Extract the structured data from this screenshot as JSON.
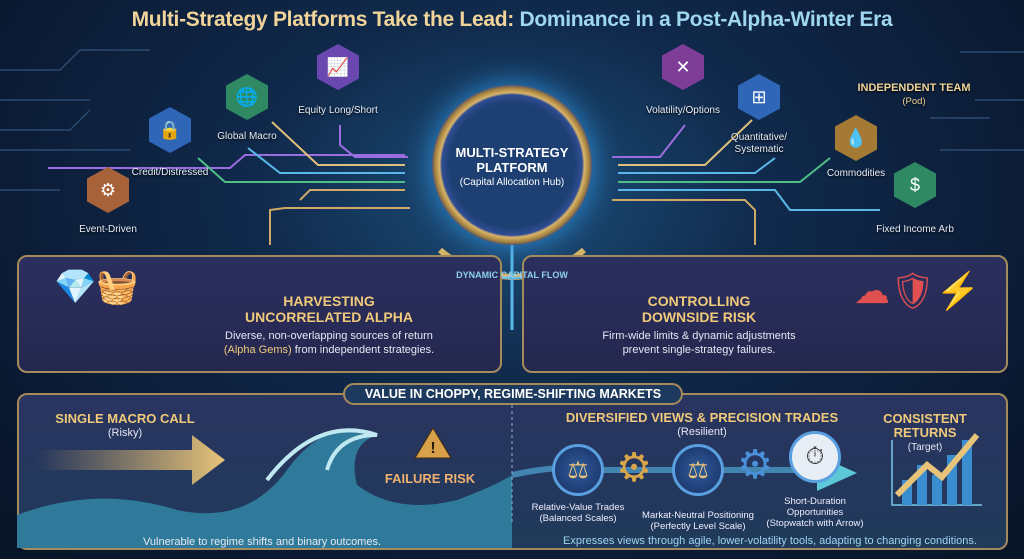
{
  "title": {
    "part1": "Multi-Strategy Platforms Take the Lead:",
    "part2": "Dominance in a Post-Alpha-Winter Era"
  },
  "hub": {
    "line1": "MULTI-STRATEGY",
    "line2": "PLATFORM",
    "sub": "(Capital Allocation Hub)",
    "flow": "DYNAMIC CAPITAL FLOW"
  },
  "strategies": [
    {
      "label": "Event-Driven",
      "icon": "gear-icon",
      "color": "#d98a4a"
    },
    {
      "label": "Credit/Distressed",
      "icon": "lock-icon",
      "color": "#4a8ee0"
    },
    {
      "label": "Global Macro",
      "icon": "globe-icon",
      "color": "#4fbf86"
    },
    {
      "label": "Equity Long/Short",
      "icon": "bar-chart-icon",
      "color": "#9a6de0"
    },
    {
      "label": "Volatility/Options",
      "icon": "volatility-icon",
      "color": "#b060c8"
    },
    {
      "label": "Quantitative/",
      "label2": "Systematic",
      "icon": "network-icon",
      "color": "#4a8ee0"
    },
    {
      "label": "Commodities",
      "icon": "oil-drop-icon",
      "color": "#d0a048"
    },
    {
      "label": "Fixed Income Arb",
      "icon": "dollar-hand-icon",
      "color": "#4fbf86"
    }
  ],
  "pod": {
    "title": "INDEPENDENT TEAM",
    "sub": "(Pod)"
  },
  "alpha": {
    "title1": "HARVESTING",
    "title2": "UNCORRELATED ALPHA",
    "desc1": "Diverse, non-overlapping sources of return",
    "desc2_hl": "(Alpha Gems)",
    "desc2": " from independent strategies."
  },
  "risk": {
    "title1": "CONTROLLING",
    "title2": "DOWNSIDE RISK",
    "desc1": "Firm-wide limits & dynamic adjustments",
    "desc2": "prevent single-strategy failures."
  },
  "banner": "VALUE IN CHOPPY, REGIME-SHIFTING MARKETS",
  "single": {
    "title": "SINGLE MACRO CALL",
    "sub": "(Risky)",
    "failure": "FAILURE RISK",
    "caption": "Vulnerable to regime shifts and binary outcomes."
  },
  "diversified": {
    "title": "DIVERSIFIED VIEWS & PRECISION TRADES",
    "sub": "(Resilient)",
    "items": [
      {
        "l1": "Relative-Value Trades",
        "l2": "(Balanced Scales)"
      },
      {
        "l1": "Markat-Neutral Positioning",
        "l2": "(Perfectly Level Scale)"
      },
      {
        "l1": "Short-Duration",
        "l2": "Opportunities",
        "l3": "(Stopwatch with Arrow)"
      }
    ],
    "caption": "Expresses views through agile, lower-volatility tools, adapting to changing conditions."
  },
  "returns": {
    "t1": "CONSISTENT",
    "t2": "RETURNS",
    "sub": "(Target)"
  }
}
